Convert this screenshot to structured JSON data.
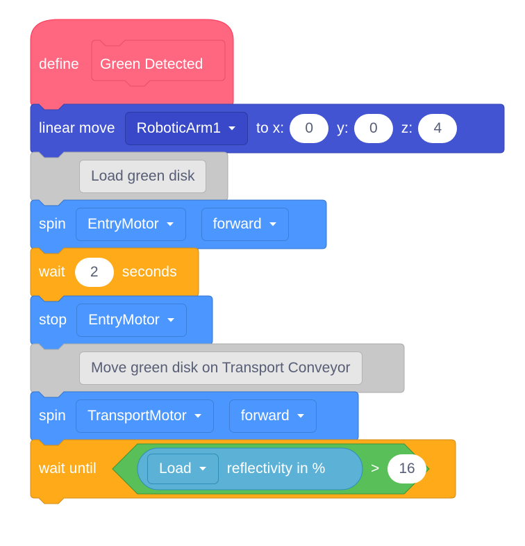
{
  "define_block": {
    "keyword": "define",
    "name": "Green Detected",
    "color": "#ff6680"
  },
  "linear_move": {
    "keyword": "linear move",
    "device": "RoboticArm1",
    "to_x_label": "to x:",
    "x": "0",
    "y_label": "y:",
    "y": "0",
    "z_label": "z:",
    "z": "4",
    "color": "#4254d2"
  },
  "comment_1": {
    "text": "Load green disk"
  },
  "spin_entry": {
    "keyword": "spin",
    "motor": "EntryMotor",
    "direction": "forward",
    "color": "#4c97ff"
  },
  "wait_block": {
    "keyword": "wait",
    "value": "2",
    "unit": "seconds",
    "color": "#ffab19"
  },
  "stop_entry": {
    "keyword": "stop",
    "motor": "EntryMotor"
  },
  "comment_2": {
    "text": "Move green disk on Transport Conveyor"
  },
  "spin_transport": {
    "keyword": "spin",
    "motor": "TransportMotor",
    "direction": "forward"
  },
  "wait_until": {
    "keyword": "wait until",
    "sensor": "Load",
    "reporter_text": "reflectivity in %",
    "operator": ">",
    "threshold": "16",
    "operator_color": "#59c059",
    "sensing_color": "#5cb1d6"
  },
  "comment_color": "#c8c8c8"
}
